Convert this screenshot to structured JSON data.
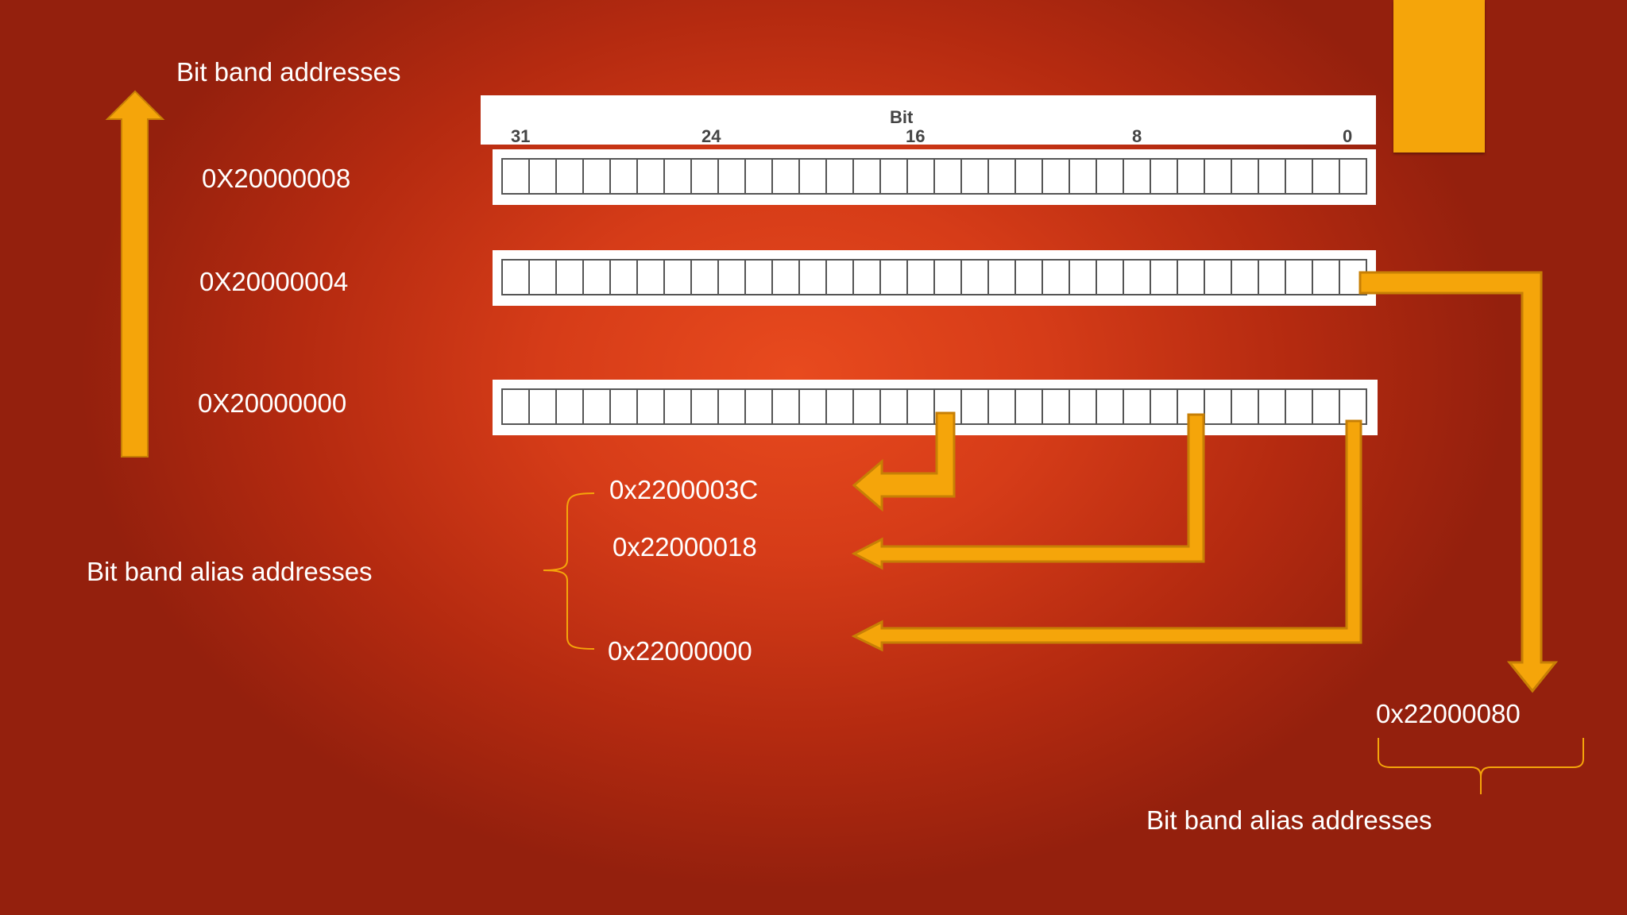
{
  "diagram": {
    "bit_band_title": "Bit band addresses",
    "register_addresses": [
      "0X20000008",
      "0X20000004",
      "0X20000000"
    ],
    "bit_header": {
      "title": "Bit",
      "ticks": [
        "31",
        "24",
        "16",
        "8",
        "0"
      ]
    },
    "alias_group_label": "Bit band alias addresses",
    "alias_addresses": [
      "0x2200003C",
      "0x22000018",
      "0x22000000"
    ],
    "alias_address_right": "0x22000080",
    "alias_group_label_right": "Bit band alias addresses",
    "colors": {
      "arrow": "#f5a50a",
      "arrow_outline": "#c77f05",
      "background": "#d63c18",
      "text": "#ffffff"
    }
  }
}
